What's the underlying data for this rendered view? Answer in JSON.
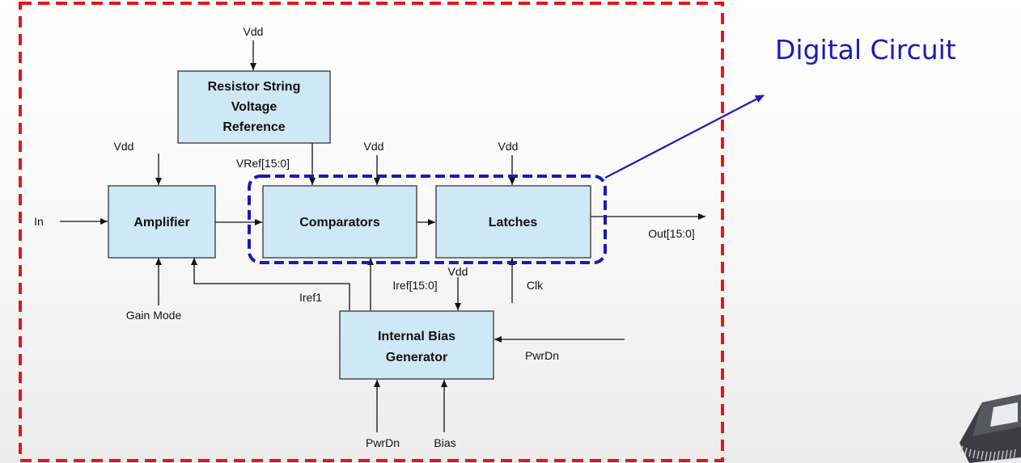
{
  "diagram": {
    "blocks": {
      "resistor_string": {
        "lines": [
          "Resistor String",
          "Voltage",
          "Reference"
        ]
      },
      "amplifier": {
        "label": "Amplifier"
      },
      "comparators": {
        "label": "Comparators"
      },
      "latches": {
        "label": "Latches"
      },
      "bias_generator": {
        "lines": [
          "Internal Bias",
          "Generator"
        ]
      }
    },
    "signals": {
      "vdd_top": "Vdd",
      "vdd_amp": "Vdd",
      "vref": "VRef[15:0]",
      "vdd_comp": "Vdd",
      "vdd_latch": "Vdd",
      "in": "In",
      "out": "Out[15:0]",
      "gain_mode": "Gain Mode",
      "iref1": "Iref1",
      "iref_bus": "Iref[15:0]",
      "vdd_bias": "Vdd",
      "clk": "Clk",
      "pwrdn_right": "PwrDn",
      "pwrdn_bottom": "PwrDn",
      "bias": "Bias"
    },
    "callout": {
      "label": "Digital Circuit"
    },
    "colors": {
      "block_fill": "#cfe8f5",
      "outer_border": "#e8141b",
      "digital_border": "#1a1ab8",
      "callout_text": "#1a1ab8"
    },
    "icons": [
      "chip-icon"
    ]
  }
}
